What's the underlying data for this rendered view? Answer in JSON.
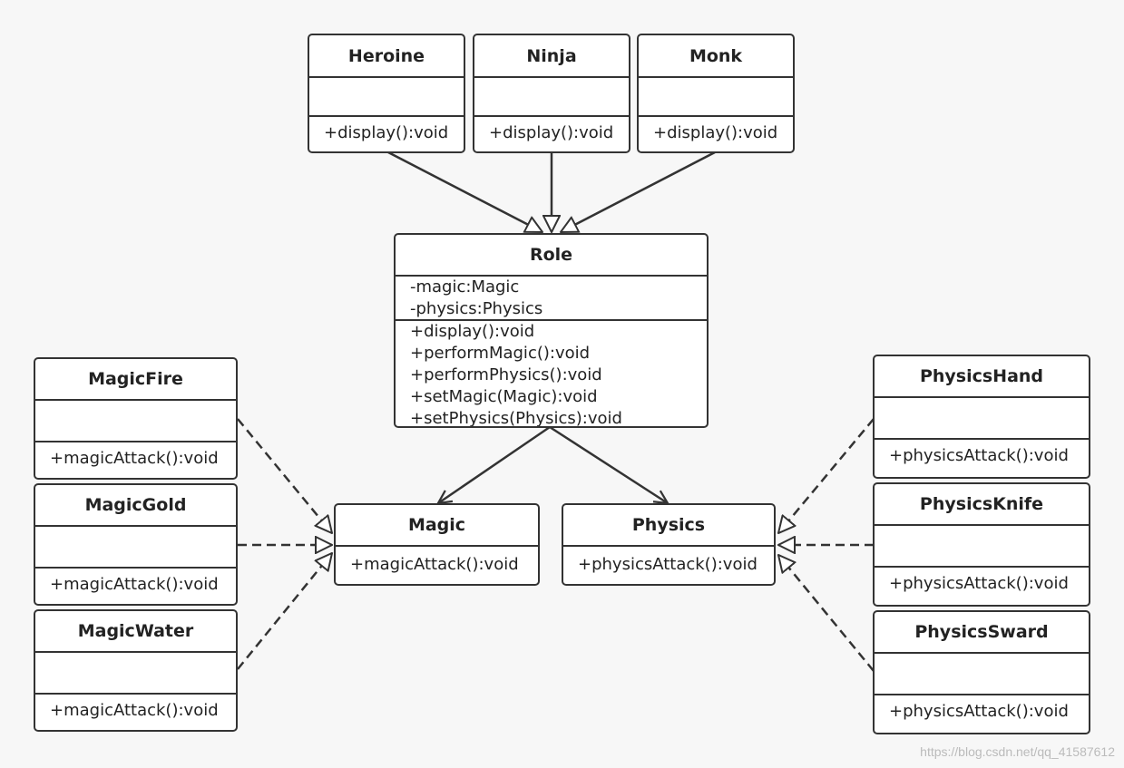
{
  "classes": {
    "heroine": {
      "name": "Heroine",
      "ops": [
        "+display():void"
      ]
    },
    "ninja": {
      "name": "Ninja",
      "ops": [
        "+display():void"
      ]
    },
    "monk": {
      "name": "Monk",
      "ops": [
        "+display():void"
      ]
    },
    "role": {
      "name": "Role",
      "attrs": [
        "-magic:Magic",
        "-physics:Physics"
      ],
      "ops": [
        "+display():void",
        "+performMagic():void",
        "+performPhysics():void",
        "+setMagic(Magic):void",
        "+setPhysics(Physics):void"
      ]
    },
    "magicfire": {
      "name": "MagicFire",
      "ops": [
        "+magicAttack():void"
      ]
    },
    "magicgold": {
      "name": "MagicGold",
      "ops": [
        "+magicAttack():void"
      ]
    },
    "magicwater": {
      "name": "MagicWater",
      "ops": [
        "+magicAttack():void"
      ]
    },
    "magic": {
      "name": "Magic",
      "ops": [
        "+magicAttack():void"
      ]
    },
    "physics": {
      "name": "Physics",
      "ops": [
        "+physicsAttack():void"
      ]
    },
    "physicshand": {
      "name": "PhysicsHand",
      "ops": [
        "+physicsAttack():void"
      ]
    },
    "physicsknife": {
      "name": "PhysicsKnife",
      "ops": [
        "+physicsAttack():void"
      ]
    },
    "physicssward": {
      "name": "PhysicsSward",
      "ops": [
        "+physicsAttack():void"
      ]
    }
  },
  "watermark": "https://blog.csdn.net/qq_41587612"
}
